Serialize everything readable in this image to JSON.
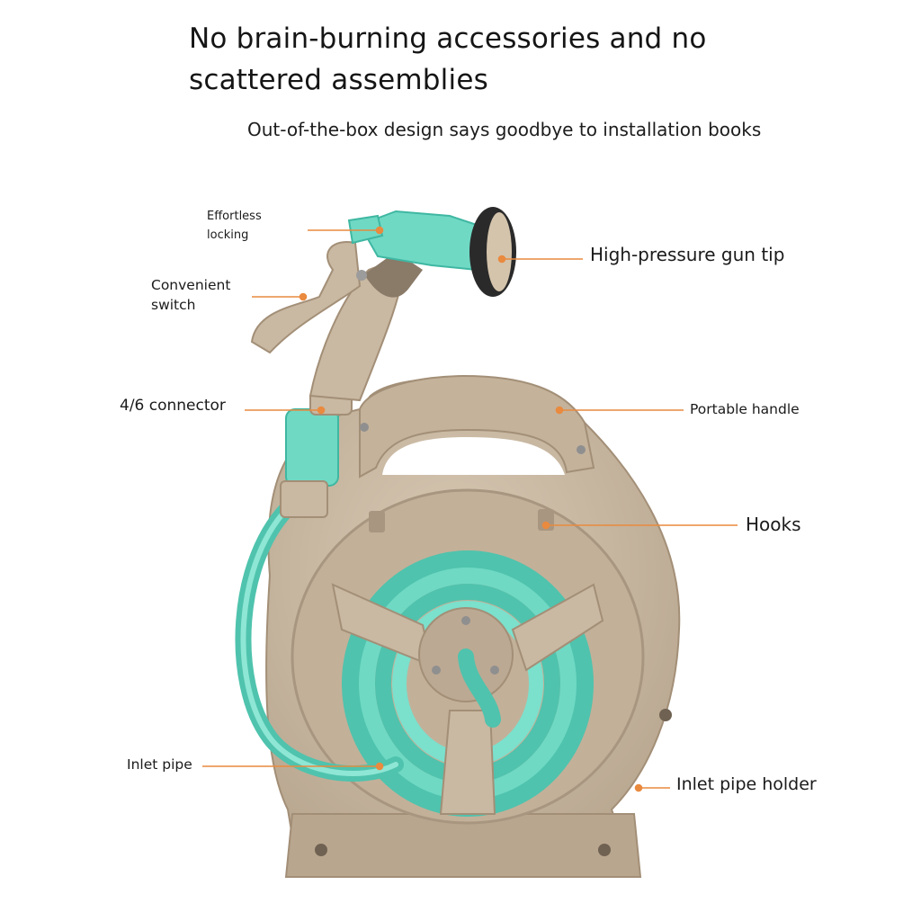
{
  "heading": {
    "title": "No brain-burning accessories and no scattered assemblies",
    "subtitle": "Out-of-the-box design says goodbye to installation books"
  },
  "callouts": {
    "effortless_locking": [
      "Effortless",
      "locking"
    ],
    "convenient_switch": [
      "Convenient",
      "switch"
    ],
    "connector": "4/6 connector",
    "gun_tip": "High-pressure gun tip",
    "handle": "Portable handle",
    "hooks": "Hooks",
    "inlet_pipe": "Inlet pipe",
    "inlet_pipe_holder": "Inlet pipe holder"
  },
  "colors": {
    "reel_body": "#c9b8a2",
    "reel_shadow": "#a89680",
    "hose": "#6fd9c4",
    "hose_dark": "#3fb7a2",
    "leader_line": "#e98a3f",
    "text": "#1b1b1b"
  }
}
